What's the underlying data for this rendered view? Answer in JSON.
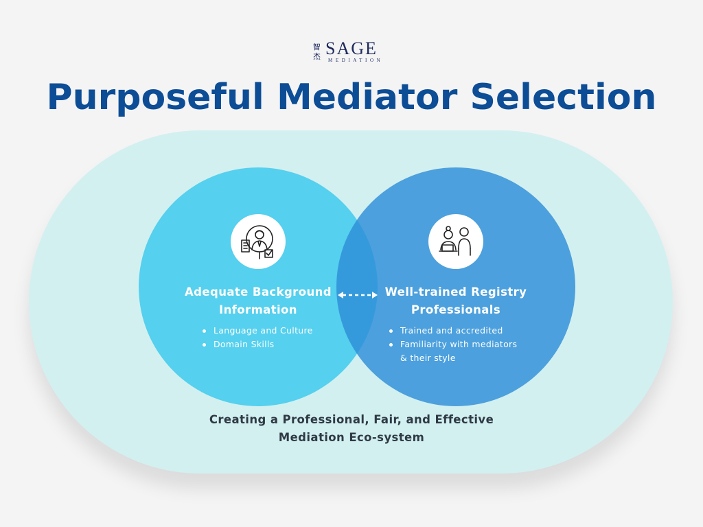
{
  "logo": {
    "cjk_line1": "智",
    "cjk_line2": "杰",
    "name": "SAGE",
    "subtitle": "MEDIATION"
  },
  "title": "Purposeful Mediator Selection",
  "left": {
    "icon": "mediator-profile-icon",
    "heading_line1": "Adequate Background",
    "heading_line2": "Information",
    "bullets": [
      "Language and Culture",
      "Domain Skills"
    ]
  },
  "right": {
    "icon": "registry-professionals-icon",
    "heading_line1": "Well-trained Registry",
    "heading_line2": "Professionals",
    "bullets": [
      "Trained and accredited",
      "Familiarity with mediators & their style"
    ]
  },
  "footer": {
    "line1": "Creating a Professional, Fair, and Effective",
    "line2": "Mediation Eco-system"
  },
  "colors": {
    "title": "#0c4d96",
    "background_pill": "#d3f0f0",
    "left_circle": "#55d0ee",
    "right_circle": "#2e8ed8",
    "footer_text": "#2f3a45"
  }
}
